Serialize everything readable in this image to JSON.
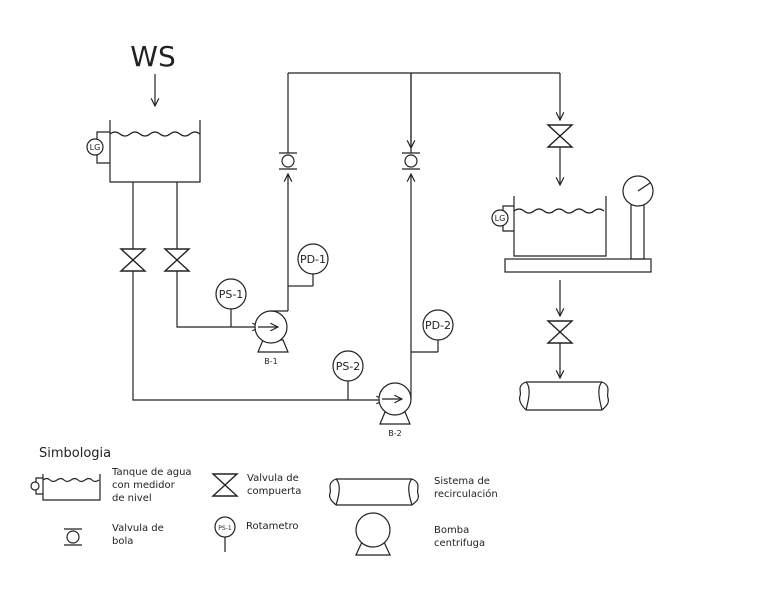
{
  "labels": {
    "ws": "WS",
    "lg1": "LG",
    "lg2": "LG",
    "pd1": "PD-1",
    "pd2": "PD-2",
    "ps1": "PS-1",
    "ps2": "PS-2",
    "b1": "B-1",
    "b2": "B-2"
  },
  "legend": {
    "title": "Simbologia",
    "tank": [
      "Tanque de agua",
      "con medidor",
      "de nivel"
    ],
    "gate_valve": [
      "Valvula de",
      "compuerta"
    ],
    "recirculation": [
      "Sistema de",
      "recirculación"
    ],
    "ball_valve": [
      "Valvula de",
      "bola"
    ],
    "rotameter": [
      "Rotametro"
    ],
    "rotameter_symbol": "PS-1",
    "pump": [
      "Bomba",
      "centrifuga"
    ]
  }
}
